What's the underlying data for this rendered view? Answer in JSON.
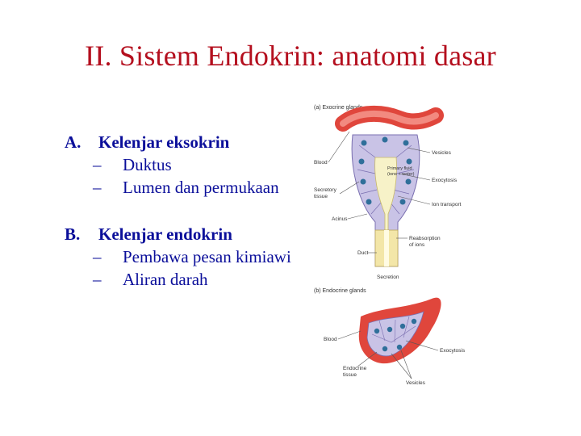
{
  "title": "II. Sistem Endokrin: anatomi dasar",
  "outline": {
    "a": {
      "marker": "A.",
      "text": "Kelenjar eksokrin",
      "items": [
        {
          "dash": "–",
          "text": "Duktus"
        },
        {
          "dash": "–",
          "text": "Lumen dan permukaan"
        }
      ]
    },
    "b": {
      "marker": "B.",
      "text": "Kelenjar endokrin",
      "items": [
        {
          "dash": "–",
          "text": "Pembawa pesan kimiawi"
        },
        {
          "dash": "–",
          "text": "Aliran darah"
        }
      ]
    }
  },
  "figure": {
    "exocrine": {
      "caption": "(a) Exocrine glands",
      "blood": "Blood",
      "primary_fluid": "Primary fluid",
      "primary_fluid2": "(ions + water)",
      "vesicles": "Vesicles",
      "exocytosis": "Exocytosis",
      "secretory1": "Secretory",
      "secretory2": "tissue",
      "ion_transport": "Ion transport",
      "acinus": "Acinus",
      "reabsorption1": "Reabsorption",
      "reabsorption2": "of ions",
      "duct": "Duct",
      "secretion": "Secretion"
    },
    "endocrine": {
      "caption": "(b) Endocrine glands",
      "blood": "Blood",
      "exocytosis": "Exocytosis",
      "endocrine1": "Endocrine",
      "endocrine2": "tissue",
      "vesicles": "Vesicles"
    },
    "colors": {
      "vessel": "#e0463c",
      "vessel_light": "#f28a80",
      "cell": "#c9c3e6",
      "nucleus": "#2f6f9a",
      "lumen": "#f7f2c8",
      "duct": "#f3e6a8"
    }
  }
}
